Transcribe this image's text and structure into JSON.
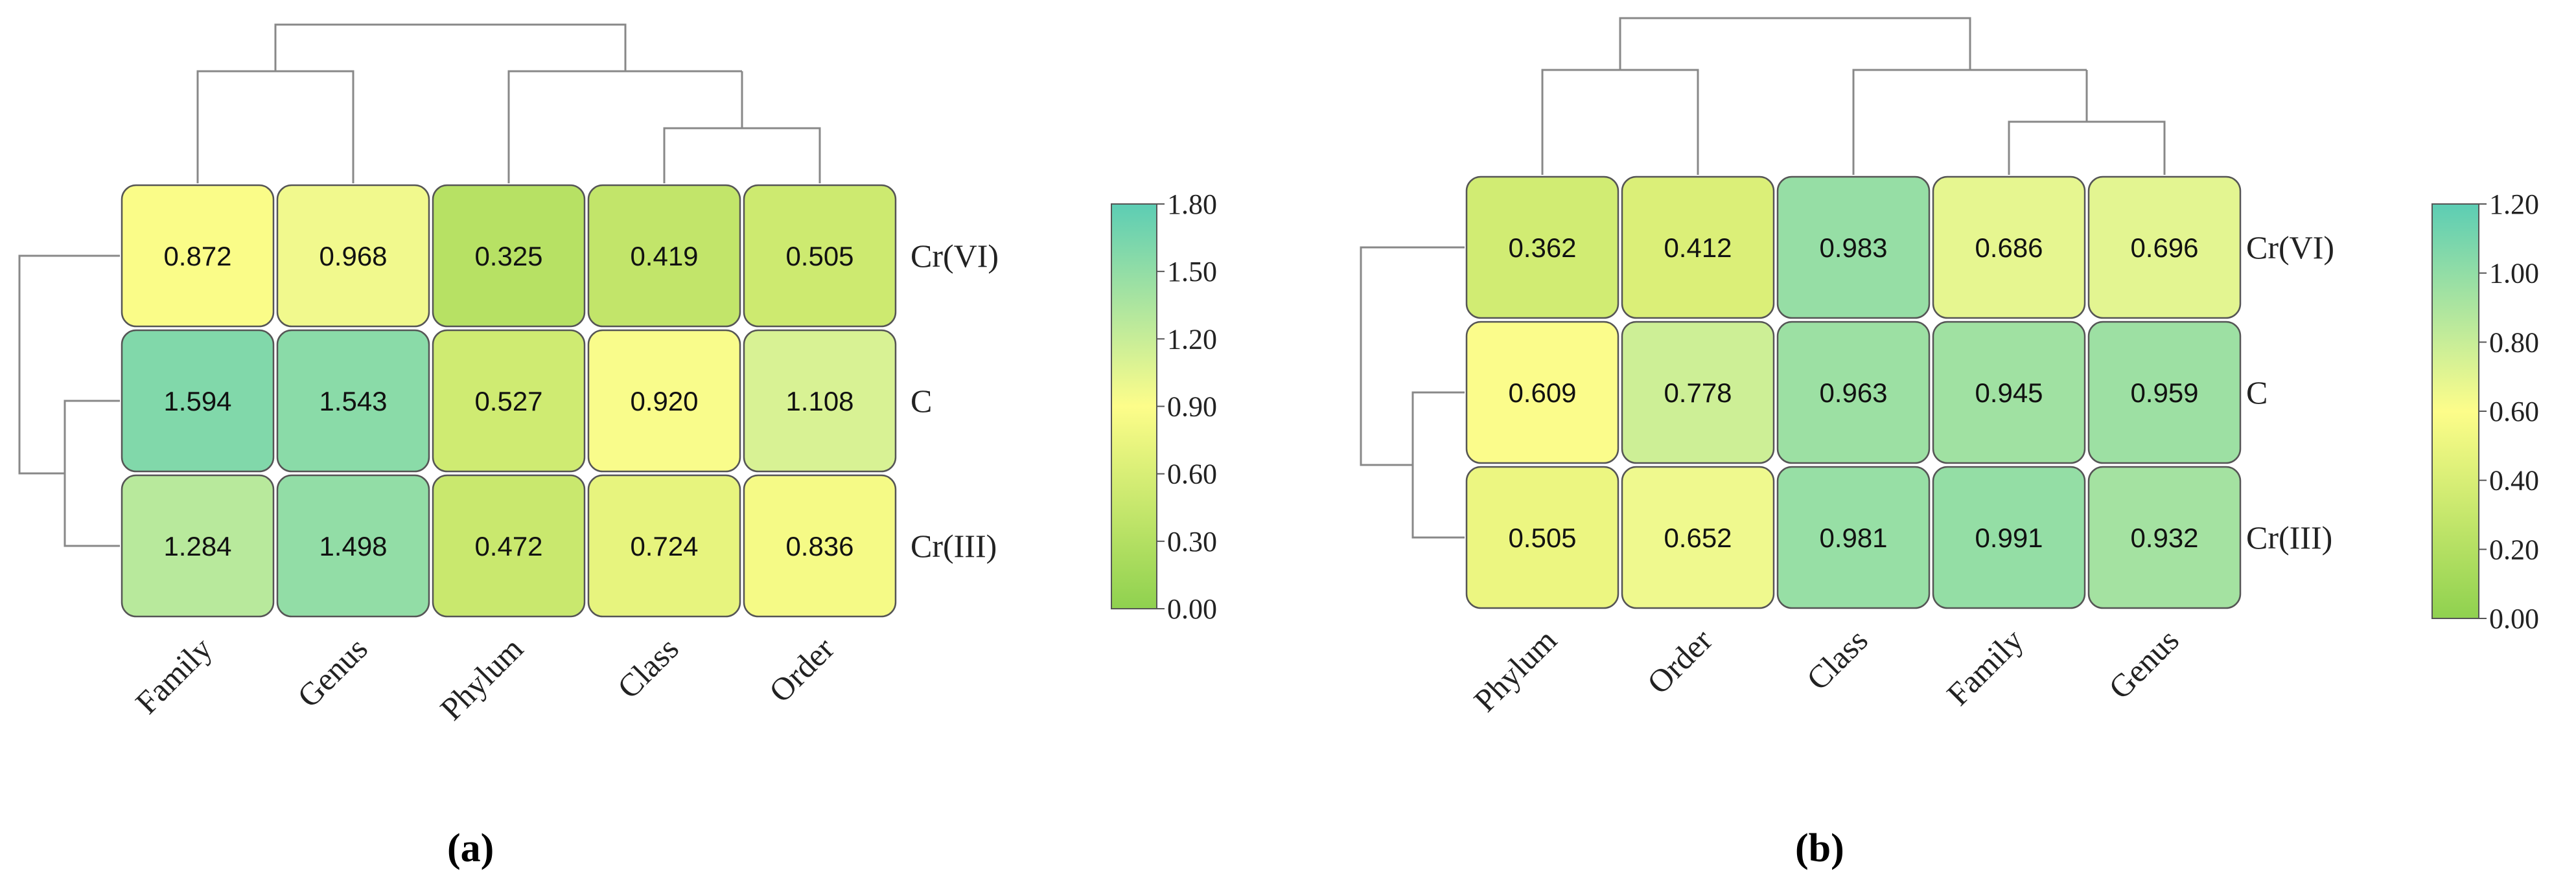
{
  "chart_data": [
    {
      "type": "heatmap",
      "panel_label": "(a)",
      "columns": [
        "Family",
        "Genus",
        "Phylum",
        "Class",
        "Order"
      ],
      "rows": [
        "Cr(VI)",
        "C",
        "Cr(III)"
      ],
      "values": [
        [
          0.872,
          0.968,
          0.325,
          0.419,
          0.505
        ],
        [
          1.594,
          1.543,
          0.527,
          0.92,
          1.108
        ],
        [
          1.284,
          1.498,
          0.472,
          0.724,
          0.836
        ]
      ],
      "value_labels": [
        [
          "0.872",
          "0.968",
          "0.325",
          "0.419",
          "0.505"
        ],
        [
          "1.594",
          "1.543",
          "0.527",
          "0.920",
          "1.108"
        ],
        [
          "1.284",
          "1.498",
          "0.472",
          "0.724",
          "0.836"
        ]
      ],
      "colorbar": {
        "range": [
          0,
          1.8
        ],
        "ticks": [
          "0.00",
          "0.30",
          "0.60",
          "0.90",
          "1.20",
          "1.50",
          "1.80"
        ]
      },
      "col_dendrogram": "((Family,Genus),(Phylum,(Class,Order)))",
      "row_dendrogram": "(Cr(VI),(C,Cr(III)))"
    },
    {
      "type": "heatmap",
      "panel_label": "(b)",
      "columns": [
        "Phylum",
        "Order",
        "Class",
        "Family",
        "Genus"
      ],
      "rows": [
        "Cr(VI)",
        "C",
        "Cr(III)"
      ],
      "values": [
        [
          0.362,
          0.412,
          0.983,
          0.686,
          0.696
        ],
        [
          0.609,
          0.778,
          0.963,
          0.945,
          0.959
        ],
        [
          0.505,
          0.652,
          0.981,
          0.991,
          0.932
        ]
      ],
      "value_labels": [
        [
          "0.362",
          "0.412",
          "0.983",
          "0.686",
          "0.696"
        ],
        [
          "0.609",
          "0.778",
          "0.963",
          "0.945",
          "0.959"
        ],
        [
          "0.505",
          "0.652",
          "0.981",
          "0.991",
          "0.932"
        ]
      ],
      "colorbar": {
        "range": [
          0,
          1.2
        ],
        "ticks": [
          "0.00",
          "0.20",
          "0.40",
          "0.60",
          "0.80",
          "1.00",
          "1.20"
        ]
      },
      "col_dendrogram": "((Phylum,Order),(Class,(Family,Genus)))",
      "row_dendrogram": "(Cr(VI),(C,Cr(III)))"
    }
  ],
  "colors": {
    "scale_low": "#8fd14f",
    "scale_mid": "#fdfd8a",
    "scale_high": "#5ccdb4",
    "cell_border": "#555555",
    "dendrogram": "#888888"
  }
}
